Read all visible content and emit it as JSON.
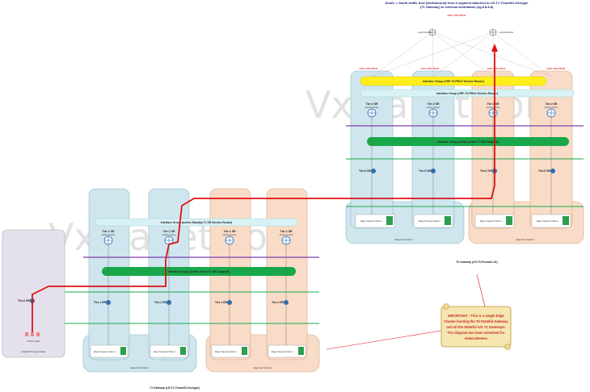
{
  "title": {
    "line1": "South -> North traffic flow (Northbound) from a segment attached to LR-T1 Tenant01-Devtype",
    "line2": "(T1 Gateway) to external destination (eg.8.8.8.8)"
  },
  "watermark": "VxPlanet.com",
  "uplink_routers": [
    {
      "label": "Leaf-01 Router"
    },
    {
      "label": "Leaf-02 Router"
    }
  ],
  "bgp_labels": [
    "BGP ASN 65000",
    "BGP ASN 65000",
    "BGP ASN 65000",
    "BGP ASN 65000",
    "BGP ASN 65000"
  ],
  "t0": {
    "caption": "T0 Gateway (LR-T0-Provider-01)",
    "interface_group_top": "Interface Group (VRF-T0-PROV Service Router)",
    "interface_group_mid": "Interface Group (VRF-T0-PROV Service Router)",
    "interface_group_bottom": "Interface Group (Active-Active T0 DR Datapath)",
    "sr_label": "Tier-0 SR",
    "sr_state": "(Active-Active)",
    "dr_label": "Tier-0 DR",
    "clusters": [
      "Edge Sub-Cluster 1",
      "Edge Sub-Cluster 2"
    ],
    "nodes": [
      "Edge Transport Node 1",
      "Edge Transport Node 2",
      "Edge Transport Node 3",
      "Edge Transport Node 4"
    ]
  },
  "t1": {
    "caption": "T1 Gateway (LR-T1-Tenant01-Devtype)",
    "interface_group": "Interface Group (Active-Standby T1 SR Service Router)",
    "interface_group_bottom": "Interface Group (Active-Active T1 DR Datapath)",
    "sr_label": "Tier-1 SR",
    "sr_state": "(Active-Active)",
    "dr_label": "Tier-1 DR",
    "clusters": [
      "Edge Sub-Cluster 1",
      "Edge Sub-Cluster 2"
    ],
    "nodes": [
      "Edge Transport Node 1",
      "Edge Transport Node 2",
      "Edge Transport Node 3",
      "Edge Transport Node 4"
    ]
  },
  "host": {
    "label": "Host/ESX Transport Node",
    "dr_label": "Tier-0 DR",
    "segment": "172.16.1.0/24"
  },
  "note": {
    "lines": [
      "IMPORTANT : This is a single Edge",
      "Cluster hosting the T0 Stateful Gateway",
      "and all the Stateful A/A T1 Gateways.",
      "The diagram has been stretched for",
      "elaborateness"
    ]
  },
  "colors": {
    "blue_cluster": "#cfe6ee",
    "orange_cluster": "#f8dcc8",
    "host_box": "#e4e0ec",
    "yellow_band": "#ffee1a",
    "green_band": "#18a84a",
    "flow_red": "#e01010",
    "purple_line": "#7e3fb0",
    "green_line": "#1aa84a"
  }
}
